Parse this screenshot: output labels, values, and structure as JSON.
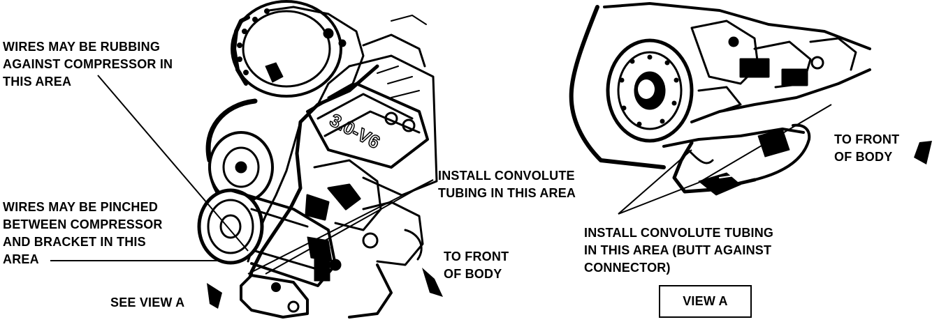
{
  "labels": {
    "rubbing": [
      "WIRES MAY BE RUBBING",
      "AGAINST COMPRESSOR IN",
      "THIS AREA"
    ],
    "pinched": [
      "WIRES MAY BE PINCHED",
      "BETWEEN COMPRESSOR",
      "AND  BRACKET IN THIS",
      "AREA"
    ],
    "see_view": "SEE VIEW A",
    "convolute_main": [
      "INSTALL CONVOLUTE",
      "TUBING IN THIS AREA"
    ],
    "front_main": [
      "TO FRONT",
      "OF BODY"
    ],
    "front_view": [
      "TO FRONT",
      "OF BODY"
    ],
    "convolute_view": [
      "INSTALL CONVOLUTE TUBING",
      "IN THIS AREA (BUTT AGAINST",
      "CONNECTOR)"
    ],
    "view_caption": "VIEW A",
    "engine_stamp": "3.0-V6"
  },
  "icons": [
    "direction-arrow-icon"
  ]
}
